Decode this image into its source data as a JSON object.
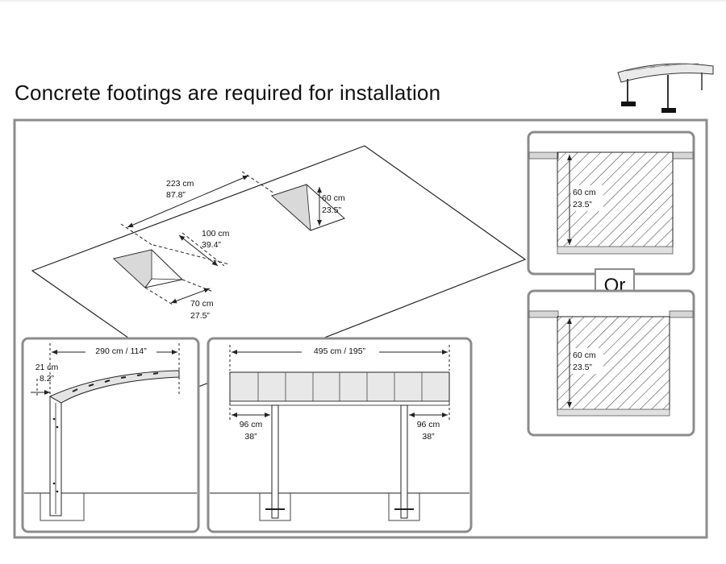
{
  "header": {
    "title": "Concrete footings are required for installation"
  },
  "plan_view": {
    "spacing_cm": "223 cm",
    "spacing_in": "87.8”",
    "hole_depth_cm": "60 cm",
    "hole_depth_in": "23.5”",
    "hole_length_cm": "100 cm",
    "hole_length_in": "39.4”",
    "hole_width_cm": "70 cm",
    "hole_width_in": "27.5”"
  },
  "side_view": {
    "span": "290 cm / 114”",
    "offset_cm": "21 cm",
    "offset_in": "8.2”"
  },
  "front_view": {
    "span": "495 cm / 195”",
    "left_overhang_cm": "96 cm",
    "left_overhang_in": "38”",
    "right_overhang_cm": "96 cm",
    "right_overhang_in": "38”"
  },
  "footing_options": {
    "top_depth_cm": "60 cm",
    "top_depth_in": "23.5”",
    "separator": "Or",
    "bottom_depth_cm": "60 cm",
    "bottom_depth_in": "23.5”"
  },
  "colors": {
    "panel_border": "#8c8c8c",
    "line": "#222222",
    "roof_fill": "#e4e4e4"
  }
}
